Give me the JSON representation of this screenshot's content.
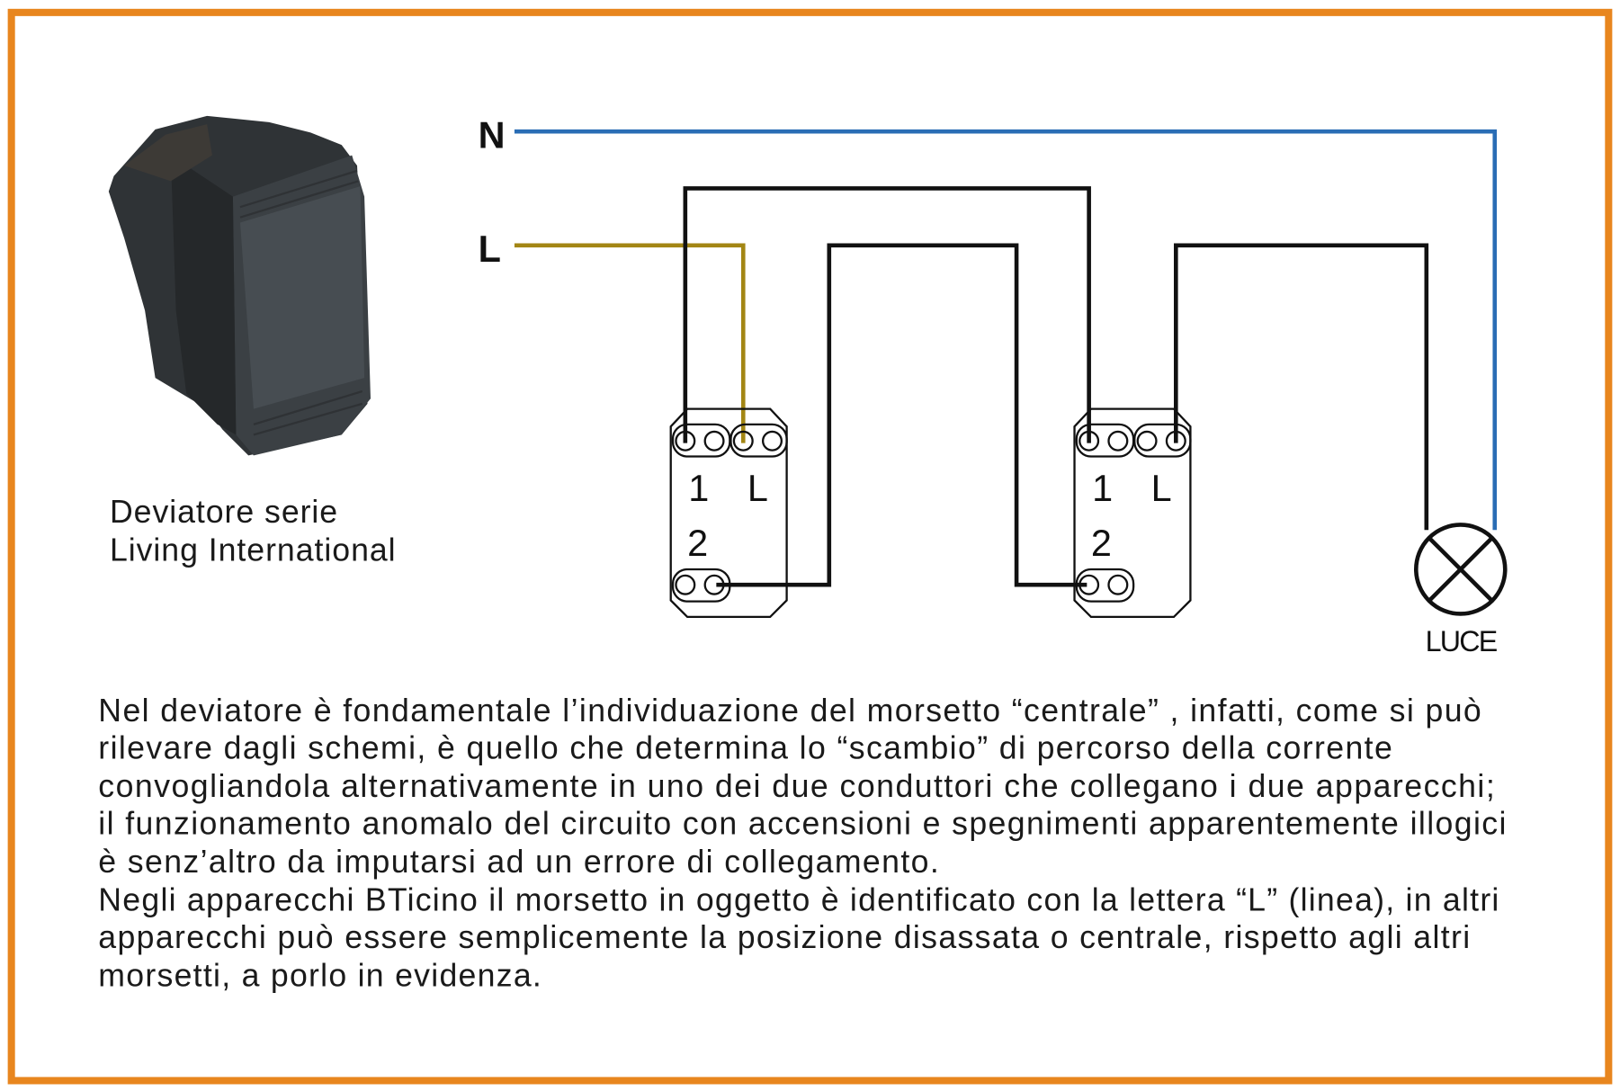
{
  "colors": {
    "border": "#E8861E",
    "neutral": "#2A6DB5",
    "line": "#A38614",
    "wire": "#111111"
  },
  "product": {
    "caption_line1": "Deviatore serie",
    "caption_line2": "Living International",
    "icon": "switch-photo"
  },
  "diagram": {
    "neutral_label": "N",
    "line_label": "L",
    "switch1": {
      "t1": "1",
      "tL": "L",
      "t2": "2"
    },
    "switch2": {
      "t1": "1",
      "tL": "L",
      "t2": "2"
    },
    "lamp_label": "LUCE"
  },
  "paragraph": [
    "Nel deviatore è fondamentale l’individuazione del morsetto “centrale” , infatti, come si può",
    "rilevare dagli schemi, è quello che determina lo “scambio” di percorso della corrente",
    "convogliandola alternativamente in uno dei due conduttori che collegano i due apparecchi;",
    "il funzionamento anomalo del circuito con accensioni e spegnimenti apparentemente illogici",
    "è senz’altro da imputarsi ad un errore di collegamento.",
    "Negli apparecchi BTicino il morsetto in oggetto è identificato con la lettera “L” (linea), in altri",
    "apparecchi può essere semplicemente la posizione disassata o centrale, rispetto agli altri",
    "morsetti, a porlo in evidenza."
  ]
}
